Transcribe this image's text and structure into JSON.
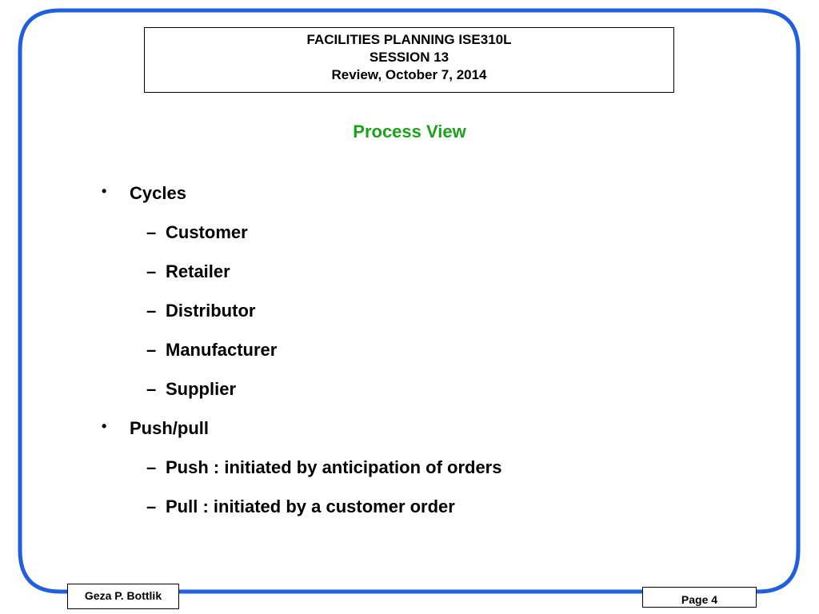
{
  "header": {
    "line1": "FACILITIES PLANNING ISE310L",
    "line2": "SESSION 13",
    "line3": "Review, October 7, 2014"
  },
  "section_title": "Process View",
  "bullets": [
    {
      "marker": "•",
      "text": "Cycles"
    },
    {
      "marker": "–",
      "text": "Customer"
    },
    {
      "marker": "–",
      "text": "Retailer"
    },
    {
      "marker": "–",
      "text": "Distributor"
    },
    {
      "marker": "–",
      "text": "Manufacturer"
    },
    {
      "marker": "–",
      "text": "Supplier"
    },
    {
      "marker": "•",
      "text": "Push/pull"
    },
    {
      "marker": "–",
      "text": "Push : initiated by anticipation of orders"
    },
    {
      "marker": "–",
      "text": "Pull : initiated by a customer order"
    }
  ],
  "footer": {
    "author": "Geza P. Bottlik",
    "page": "Page 4"
  },
  "colors": {
    "frame": "#1f5fe0",
    "title": "#1aa31a"
  }
}
